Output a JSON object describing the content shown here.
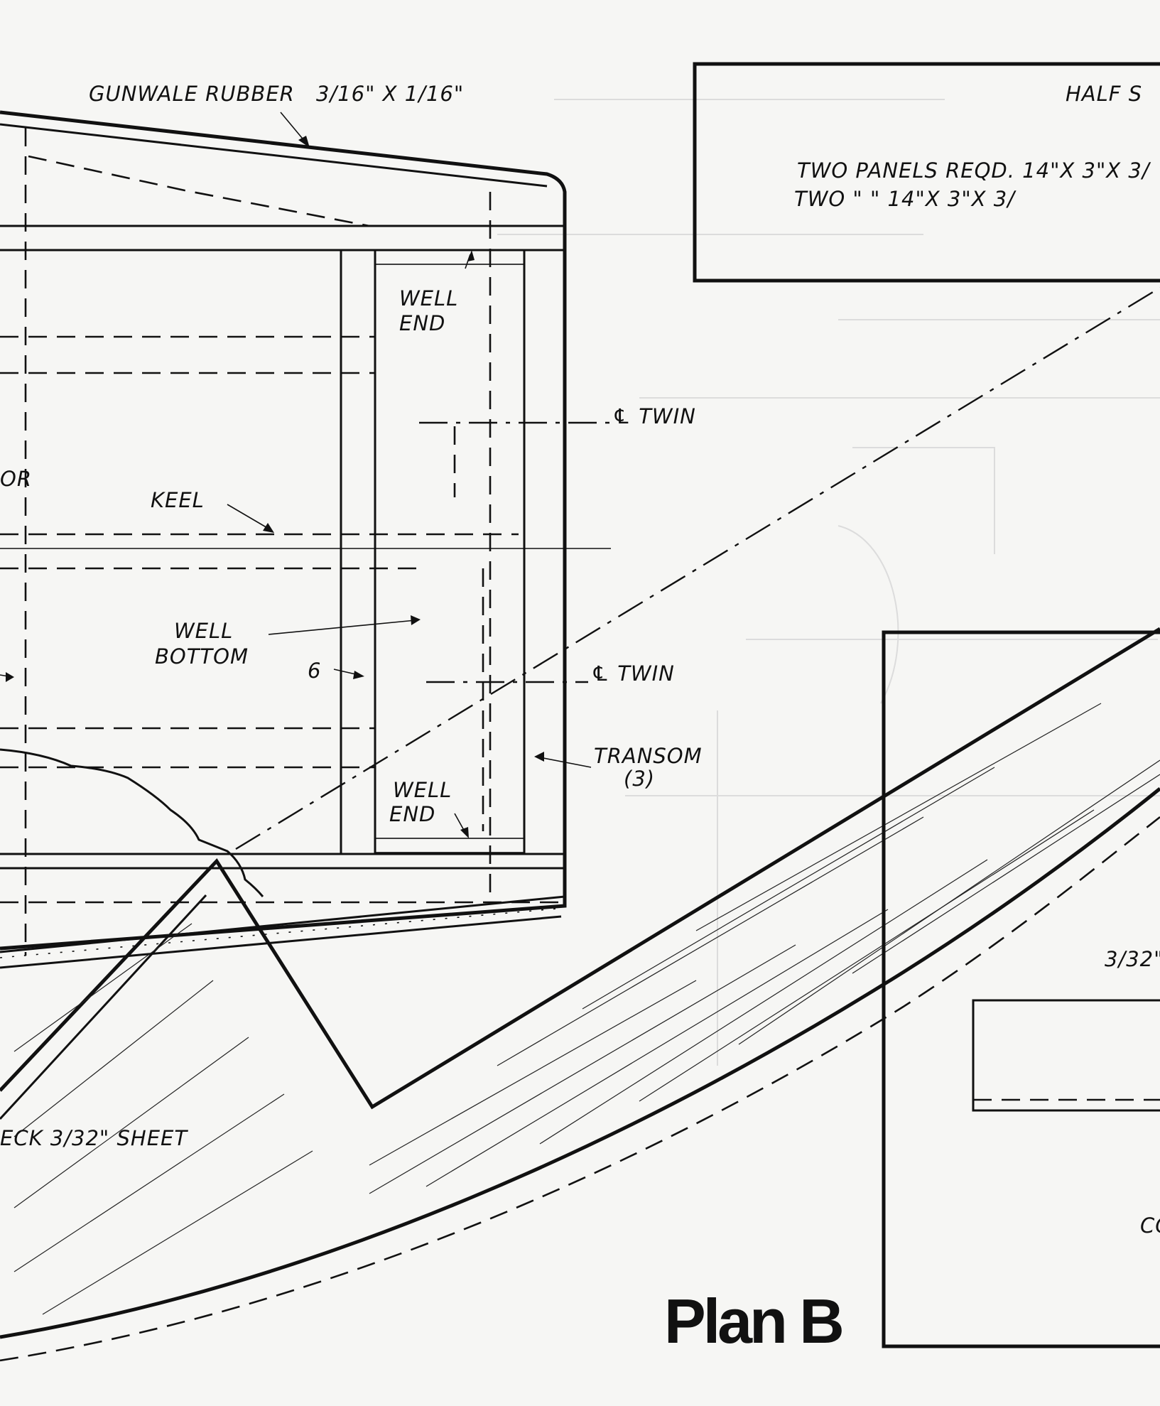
{
  "labels": {
    "gunwale_rubber": "GUNWALE RUBBER",
    "gunwale_size": "3/16\" X 1/16\"",
    "well_end_top_1": "WELL",
    "well_end_top_2": "END",
    "cl_twin_top": "℄ TWIN",
    "or_fragment": "OR",
    "keel": "KEEL",
    "well_bottom_1": "WELL",
    "well_bottom_2": "BOTTOM",
    "six": "6",
    "cl_twin_bottom": "℄ TWIN",
    "transom": "TRANSOM",
    "transom_qty": "(3)",
    "well_end_bottom_1": "WELL",
    "well_end_bottom_2": "END",
    "deck_sheet": "ECK 3/32\" SHEET",
    "half_fragment": "HALF S",
    "panels_line_1": "TWO  PANELS  REQD.  14\"X 3\"X 3/",
    "panels_line_2": "TWO        \"          \"      14\"X 3\"X 3/",
    "sheet_fragment": "3/32\"",
    "co_fragment": "CO"
  },
  "title": "Plan B",
  "colors": {
    "ink": "#111111",
    "paper": "#f6f6f4",
    "ghost": "#d2d2d2"
  }
}
